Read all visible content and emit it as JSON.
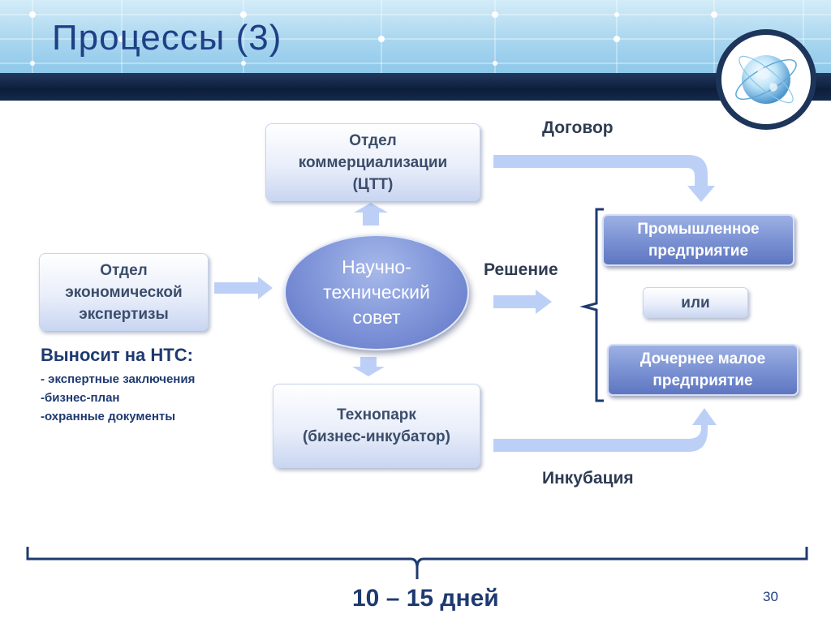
{
  "slide": {
    "title": "Процессы (3)",
    "page_number": "30"
  },
  "nodes": {
    "economic_expertise": "Отдел\nэкономической\nэкспертизы",
    "commercialization": "Отдел\nкоммерциализации\n(ЦТТ)",
    "council": "Научно-\nтехнический\nсовет",
    "technopark": "Технопарк\n(бизнес-инкубатор)",
    "industrial_enterprise": "Промышленное\nпредприятие",
    "or": "или",
    "subsidiary_enterprise": "Дочернее малое\nпредприятие"
  },
  "edges": {
    "contract": "Договор",
    "decision": "Решение",
    "incubation": "Инкубация"
  },
  "submission": {
    "heading": "Выносит на НТС:",
    "items": [
      "- экспертные заключения",
      "-бизнес-план",
      "-охранные документы"
    ]
  },
  "timeline": {
    "duration": "10 – 15 дней"
  },
  "colors": {
    "title": "#1f3f86",
    "header_bar": "#14294d",
    "arrow": "#bcd0f7",
    "bracket": "#1f3a70",
    "node_dark": "#7b92d3"
  },
  "icons": {
    "logo": "globe-icon"
  }
}
